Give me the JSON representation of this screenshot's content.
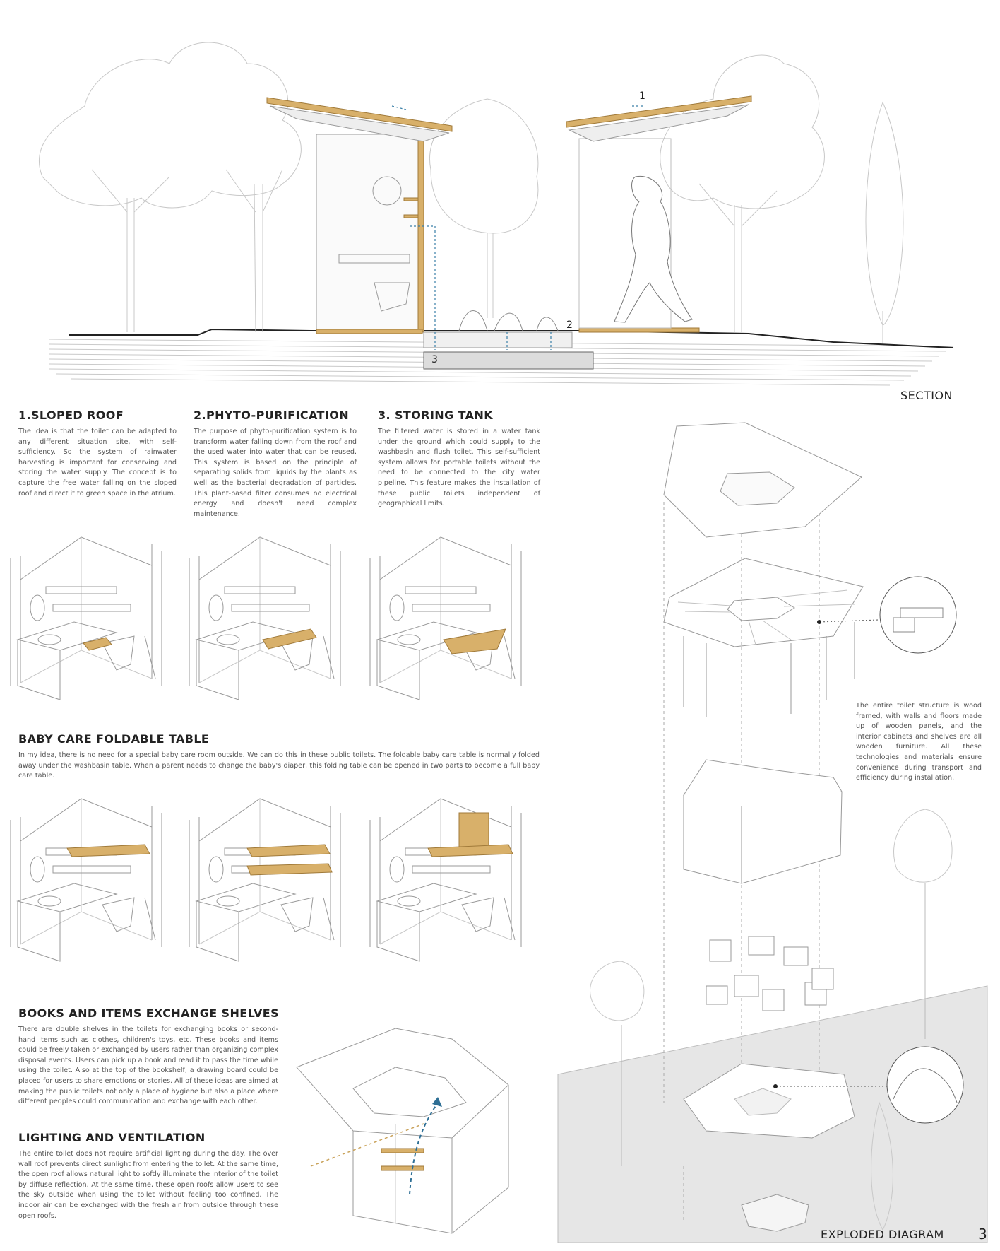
{
  "section_label": "SECTION",
  "section_markers": [
    "1",
    "2",
    "3"
  ],
  "exploded_label": "EXPLODED DIAGRAM",
  "page_number": "3",
  "colors": {
    "wood": "#d8b06a",
    "line": "#9a9a9a",
    "ground": "#e6e6e6",
    "arrow": "#3a7fa8",
    "text": "#555555"
  },
  "blocks": {
    "sloped_roof": {
      "title": "1.SLOPED ROOF",
      "body": "The idea is that the toilet can be adapted to any different situation site, with self-sufficiency. So the system of rainwater harvesting is important for conserving and storing the water supply. The concept is to capture the free water falling on the sloped roof and direct it to green space in the atrium."
    },
    "phyto": {
      "title": "2.PHYTO-PURIFICATION",
      "body": "The purpose of phyto-purification system is to transform water falling down from the roof and the used water into water that can be reused. This system is based on the principle of separating solids from liquids by the plants as well as the bacterial degradation of particles. This plant-based filter consumes no electrical energy and doesn't need complex maintenance."
    },
    "storing": {
      "title": "3. STORING TANK",
      "body": "The filtered water is stored in a water tank under the ground which could supply to the washbasin and flush toilet. This self-sufficient system allows for portable toilets without the need to be connected to the city water pipeline. This feature makes the installation of these public toilets independent of geographical limits."
    },
    "baby_care": {
      "title": "BABY CARE FOLDABLE TABLE",
      "body": "In my idea, there is no need for a special baby care room outside. We can do this in these public toilets. The foldable baby care table is normally folded away under the washbasin table. When a parent needs to change the baby's diaper, this folding table can be opened in two parts to become a full baby care table."
    },
    "books": {
      "title": "BOOKS AND ITEMS EXCHANGE SHELVES",
      "body": "There are double shelves in the toilets for exchanging books or second-hand items such as clothes, children's toys, etc. These books and items could be freely taken or exchanged by users rather than organizing complex disposal events. Users can pick up a book and read it to pass the time while using the toilet. Also at the top of the bookshelf, a drawing board could be placed for users to share emotions or stories. All of these ideas are aimed at making the public toilets not only a place of hygiene but also a place where different peoples could communication and exchange with each other."
    },
    "lighting": {
      "title": "LIGHTING AND VENTILATION",
      "body": "The entire toilet does not require artificial lighting during the day. The over wall roof prevents direct sunlight from entering the toilet. At the same time, the open roof allows natural light to softly illuminate the interior of the toilet by diffuse reflection. At the same time, these open roofs allow users to see the sky outside when using the toilet without feeling too confined. The indoor air can be exchanged with the fresh air from outside through these open roofs."
    },
    "structure": {
      "body": "The entire toilet structure is wood framed, with walls and floors made up of wooden panels, and the interior cabinets and shelves are all wooden furniture. All these technologies and materials ensure convenience during transport and efficiency during installation."
    }
  }
}
